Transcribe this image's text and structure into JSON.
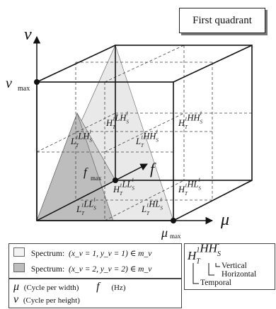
{
  "title_badge": "First quadrant",
  "axes": {
    "nu": "ν",
    "nu_max": "ν",
    "nu_max_sub": "max",
    "mu": "μ",
    "mu_max": "μ",
    "mu_max_sub": "max",
    "f": "f",
    "f_max": "f",
    "f_max_sub": "max"
  },
  "subbands": [
    {
      "name": "H_T^1 LH_S^1"
    },
    {
      "name": "H_T^1 HH_S^1"
    },
    {
      "name": "L_T^1 LH_S^1"
    },
    {
      "name": "L_T^1 HH_S^1"
    },
    {
      "name": "H_T^1 LL_S^1"
    },
    {
      "name": "H_T^1 HL_S^1"
    },
    {
      "name": "L_T^1 LL_S^1"
    },
    {
      "name": "L_T^1 HL_S^1"
    }
  ],
  "legend": {
    "spectrum_label": "Spectrum:",
    "spectrum1_cond": "(x_v = 1, y_v = 1) ∈ m_v",
    "spectrum2_cond": "(x_v = 2, y_v = 2) ∈ m_v",
    "mu_symbol": "μ",
    "mu_desc": "(Cycle per width)",
    "f_symbol": "f",
    "f_unit": "(Hz)",
    "nu_symbol": "ν",
    "nu_desc": "(Cycle per height)"
  },
  "notation": {
    "example": "H_T^1 HH_S^1",
    "vertical": "Vertical",
    "horizontal": "Horizontal",
    "temporal": "Temporal"
  },
  "colors": {
    "light_fill": "#f3f3f3",
    "dark_fill": "#bdbdbd",
    "line": "#111111"
  }
}
